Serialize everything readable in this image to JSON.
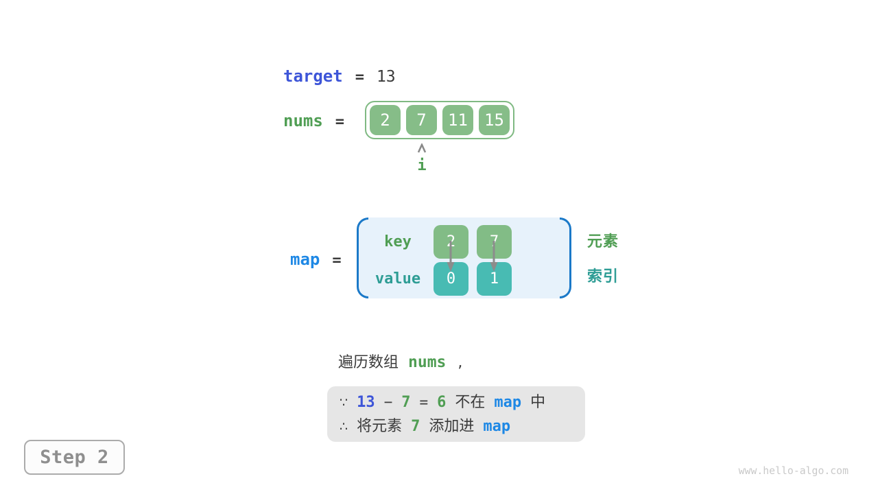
{
  "colors": {
    "indigo_blue": "#3d55d8",
    "azure_blue": "#1e88e5",
    "green_text": "#509e54",
    "teal_text": "#2e9d95",
    "green_box": "#86bd88",
    "teal_box": "#48bbb3",
    "panel_fill": "#e7f2fb",
    "bracket_blue": "#1b79c8",
    "note_box_fill": "#e6e6e6",
    "dark_text": "#3b3b3b"
  },
  "target": {
    "label": "target",
    "operator": "=",
    "value": "13"
  },
  "nums": {
    "label": "nums",
    "operator": "=",
    "values": [
      "2",
      "7",
      "11",
      "15"
    ],
    "pointer": "i"
  },
  "map": {
    "label": "map",
    "operator": "=",
    "key_label": "key",
    "value_label": "value",
    "keys": [
      "2",
      "7"
    ],
    "values": [
      "0",
      "1"
    ],
    "keys_annotation": "元素",
    "values_annotation": "索引"
  },
  "caption": {
    "prefix": "遍历数组",
    "code": "nums",
    "suffix": ","
  },
  "note": {
    "line1": {
      "because": "∵",
      "minuend": "13",
      "minus": "−",
      "subtrahend": "7",
      "equals": "=",
      "difference": "6",
      "not_in": "不在",
      "map_ref": "map",
      "suffix": "中"
    },
    "line2": {
      "therefore": "∴",
      "prefix": "将元素",
      "element": "7",
      "middle": "添加进",
      "map_ref": "map"
    }
  },
  "step": {
    "label": "Step 2"
  },
  "watermark": "www.hello-algo.com"
}
